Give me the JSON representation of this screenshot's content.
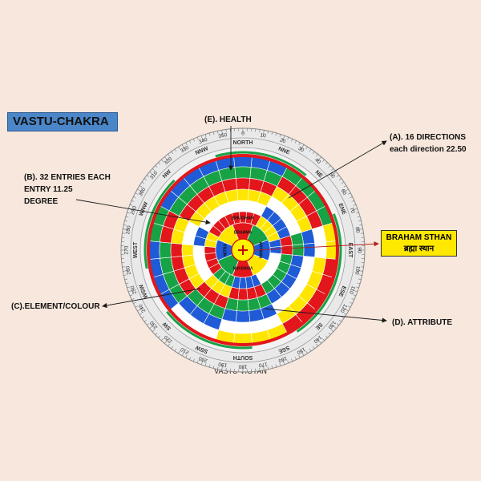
{
  "title": "VASTU-CHAKRA",
  "callouts": {
    "health": "(E). HEALTH",
    "directions_line1": "(A). 16 DIRECTIONS",
    "directions_line2": "each direction 22.50",
    "entries_line1": "(B). 32 ENTRIES EACH",
    "entries_line2": "ENTRY 11.25",
    "entries_line3": "DEGREE",
    "element": "(C).ELEMENT/COLOUR",
    "attribute": "(D). ATTRIBUTE"
  },
  "braham_sthan": {
    "line1": "BRAHAM STHAN",
    "line2": "ब्रह्मा स्थान"
  },
  "footer": "VASTU-VIGYAN",
  "directions": [
    "NORTH",
    "NNE",
    "NE",
    "ENE",
    "EAST",
    "ESE",
    "SE",
    "SSE",
    "SOUTH",
    "SSW",
    "SW",
    "WSW",
    "WEST",
    "WNW",
    "NW",
    "NNW"
  ],
  "degree_labels": [
    "0",
    "10",
    "20",
    "30",
    "40",
    "50",
    "60",
    "70",
    "80",
    "90",
    "100",
    "110",
    "120",
    "130",
    "140",
    "150",
    "160",
    "170",
    "180",
    "190",
    "200",
    "210",
    "220",
    "230",
    "240",
    "250",
    "260",
    "270",
    "280",
    "290",
    "300",
    "310",
    "320",
    "330",
    "340",
    "350"
  ],
  "center_labels": [
    "BRAHMA",
    "ARYAMA",
    "VIVASVAN",
    "MITRA",
    "BHUDHAR"
  ],
  "colors": {
    "water": "#1f5bd6",
    "wood": "#17a345",
    "fire": "#e3161b",
    "earth": "#ffe600",
    "space": "#ffffff",
    "dial": "#e9e9e9",
    "arrow": "#1a1a1a"
  }
}
